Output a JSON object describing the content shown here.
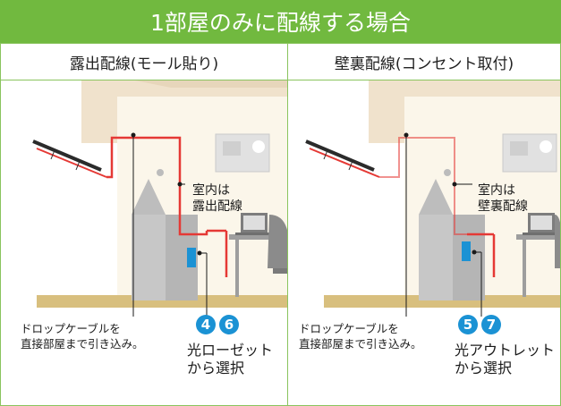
{
  "title": "1部屋のみに配線する場合",
  "colors": {
    "accent": "#71b93f",
    "badge": "#1b92d4",
    "cable": "#e53935",
    "outlet": "#1b92d4"
  },
  "panels": [
    {
      "header": "露出配線(モール貼り)",
      "callout": "室内は\n露出配線",
      "drop_note": "ドロップケーブルを\n直接部屋まで引き込み。",
      "badges": [
        "4",
        "6"
      ],
      "caption": "光ローゼット\nから選択"
    },
    {
      "header": "壁裏配線(コンセント取付)",
      "callout": "室内は\n壁裏配線",
      "drop_note": "ドロップケーブルを\n直接部屋まで引き込み。",
      "badges": [
        "5",
        "7"
      ],
      "caption": "光アウトレット\nから選択"
    }
  ]
}
